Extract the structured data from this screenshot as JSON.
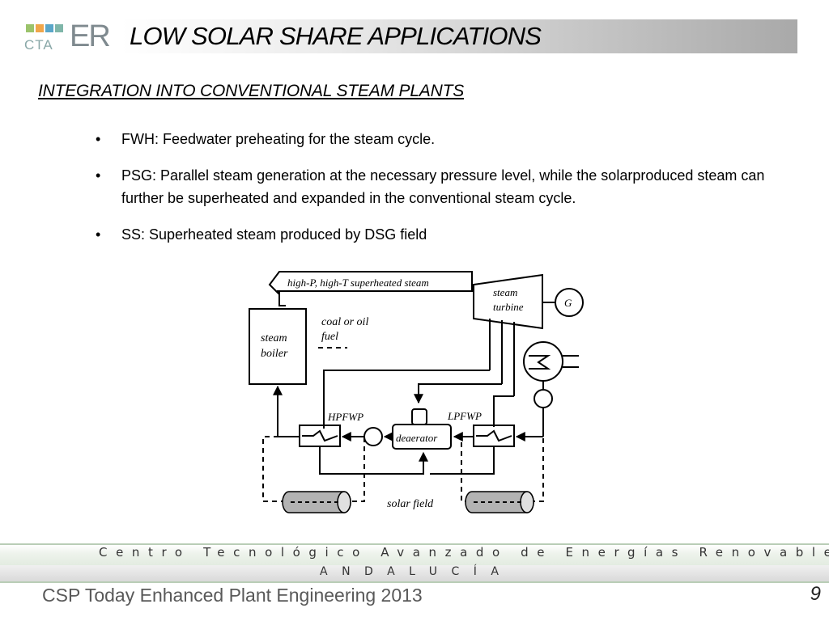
{
  "header": {
    "logo_cta": "CTA",
    "logo_er": "ER",
    "title": "LOW SOLAR SHARE APPLICATIONS"
  },
  "subtitle": "INTEGRATION INTO CONVENTIONAL STEAM PLANTS",
  "bullets": [
    "FWH: Feedwater preheating for the steam cycle.",
    "PSG: Parallel steam generation at the necessary pressure level, while the solarproduced steam can further be superheated and expanded in the conventional steam cycle.",
    "SS: Superheated steam produced by DSG field"
  ],
  "diagram": {
    "steam_label": "high-P, high-T superheated steam",
    "boiler_line1": "steam",
    "boiler_line2": "boiler",
    "fuel_line1": "coal or oil",
    "fuel_line2": "fuel",
    "turbine_line1": "steam",
    "turbine_line2": "turbine",
    "generator": "G",
    "hpfwp": "HPFWP",
    "lpfwp": "LPFWP",
    "deaerator": "deaerator",
    "solar_field": "solar field"
  },
  "footer": {
    "org_line1": "Centro Tecnológico Avanzado de Energías Renovables",
    "org_line2": "ANDALUCÍA",
    "event": "CSP Today Enhanced Plant Engineering 2013",
    "page_number": "9"
  },
  "colors": {
    "title_bar_end": "#a9a9a9",
    "footer_green": "#b9cdb6",
    "footer_text": "#595959"
  }
}
